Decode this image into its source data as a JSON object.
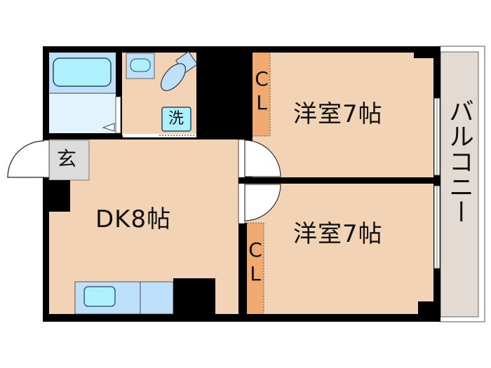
{
  "floorplan": {
    "rooms": {
      "dk": {
        "label": "DK8帖",
        "type": "dining-kitchen",
        "size_jo": 8
      },
      "bedroom_top": {
        "label": "洋室7帖",
        "type": "western-room",
        "size_jo": 7
      },
      "bedroom_bottom": {
        "label": "洋室7帖",
        "type": "western-room",
        "size_jo": 7
      },
      "entrance": {
        "label": "玄"
      },
      "washer": {
        "label": "洗"
      },
      "balcony": {
        "label": "バルコニー"
      },
      "closet_top": {
        "label_c": "C",
        "label_l": "L"
      },
      "closet_bottom": {
        "label_c": "C",
        "label_l": "L"
      }
    },
    "colors": {
      "floor": "#f3d3b5",
      "closet": "#eeaa70",
      "wall": "#000000",
      "bath": "#bfe0fb",
      "fixture": "#aef0fd",
      "genkan": "#dcdcdc",
      "balcony": "#e3dad3"
    }
  }
}
